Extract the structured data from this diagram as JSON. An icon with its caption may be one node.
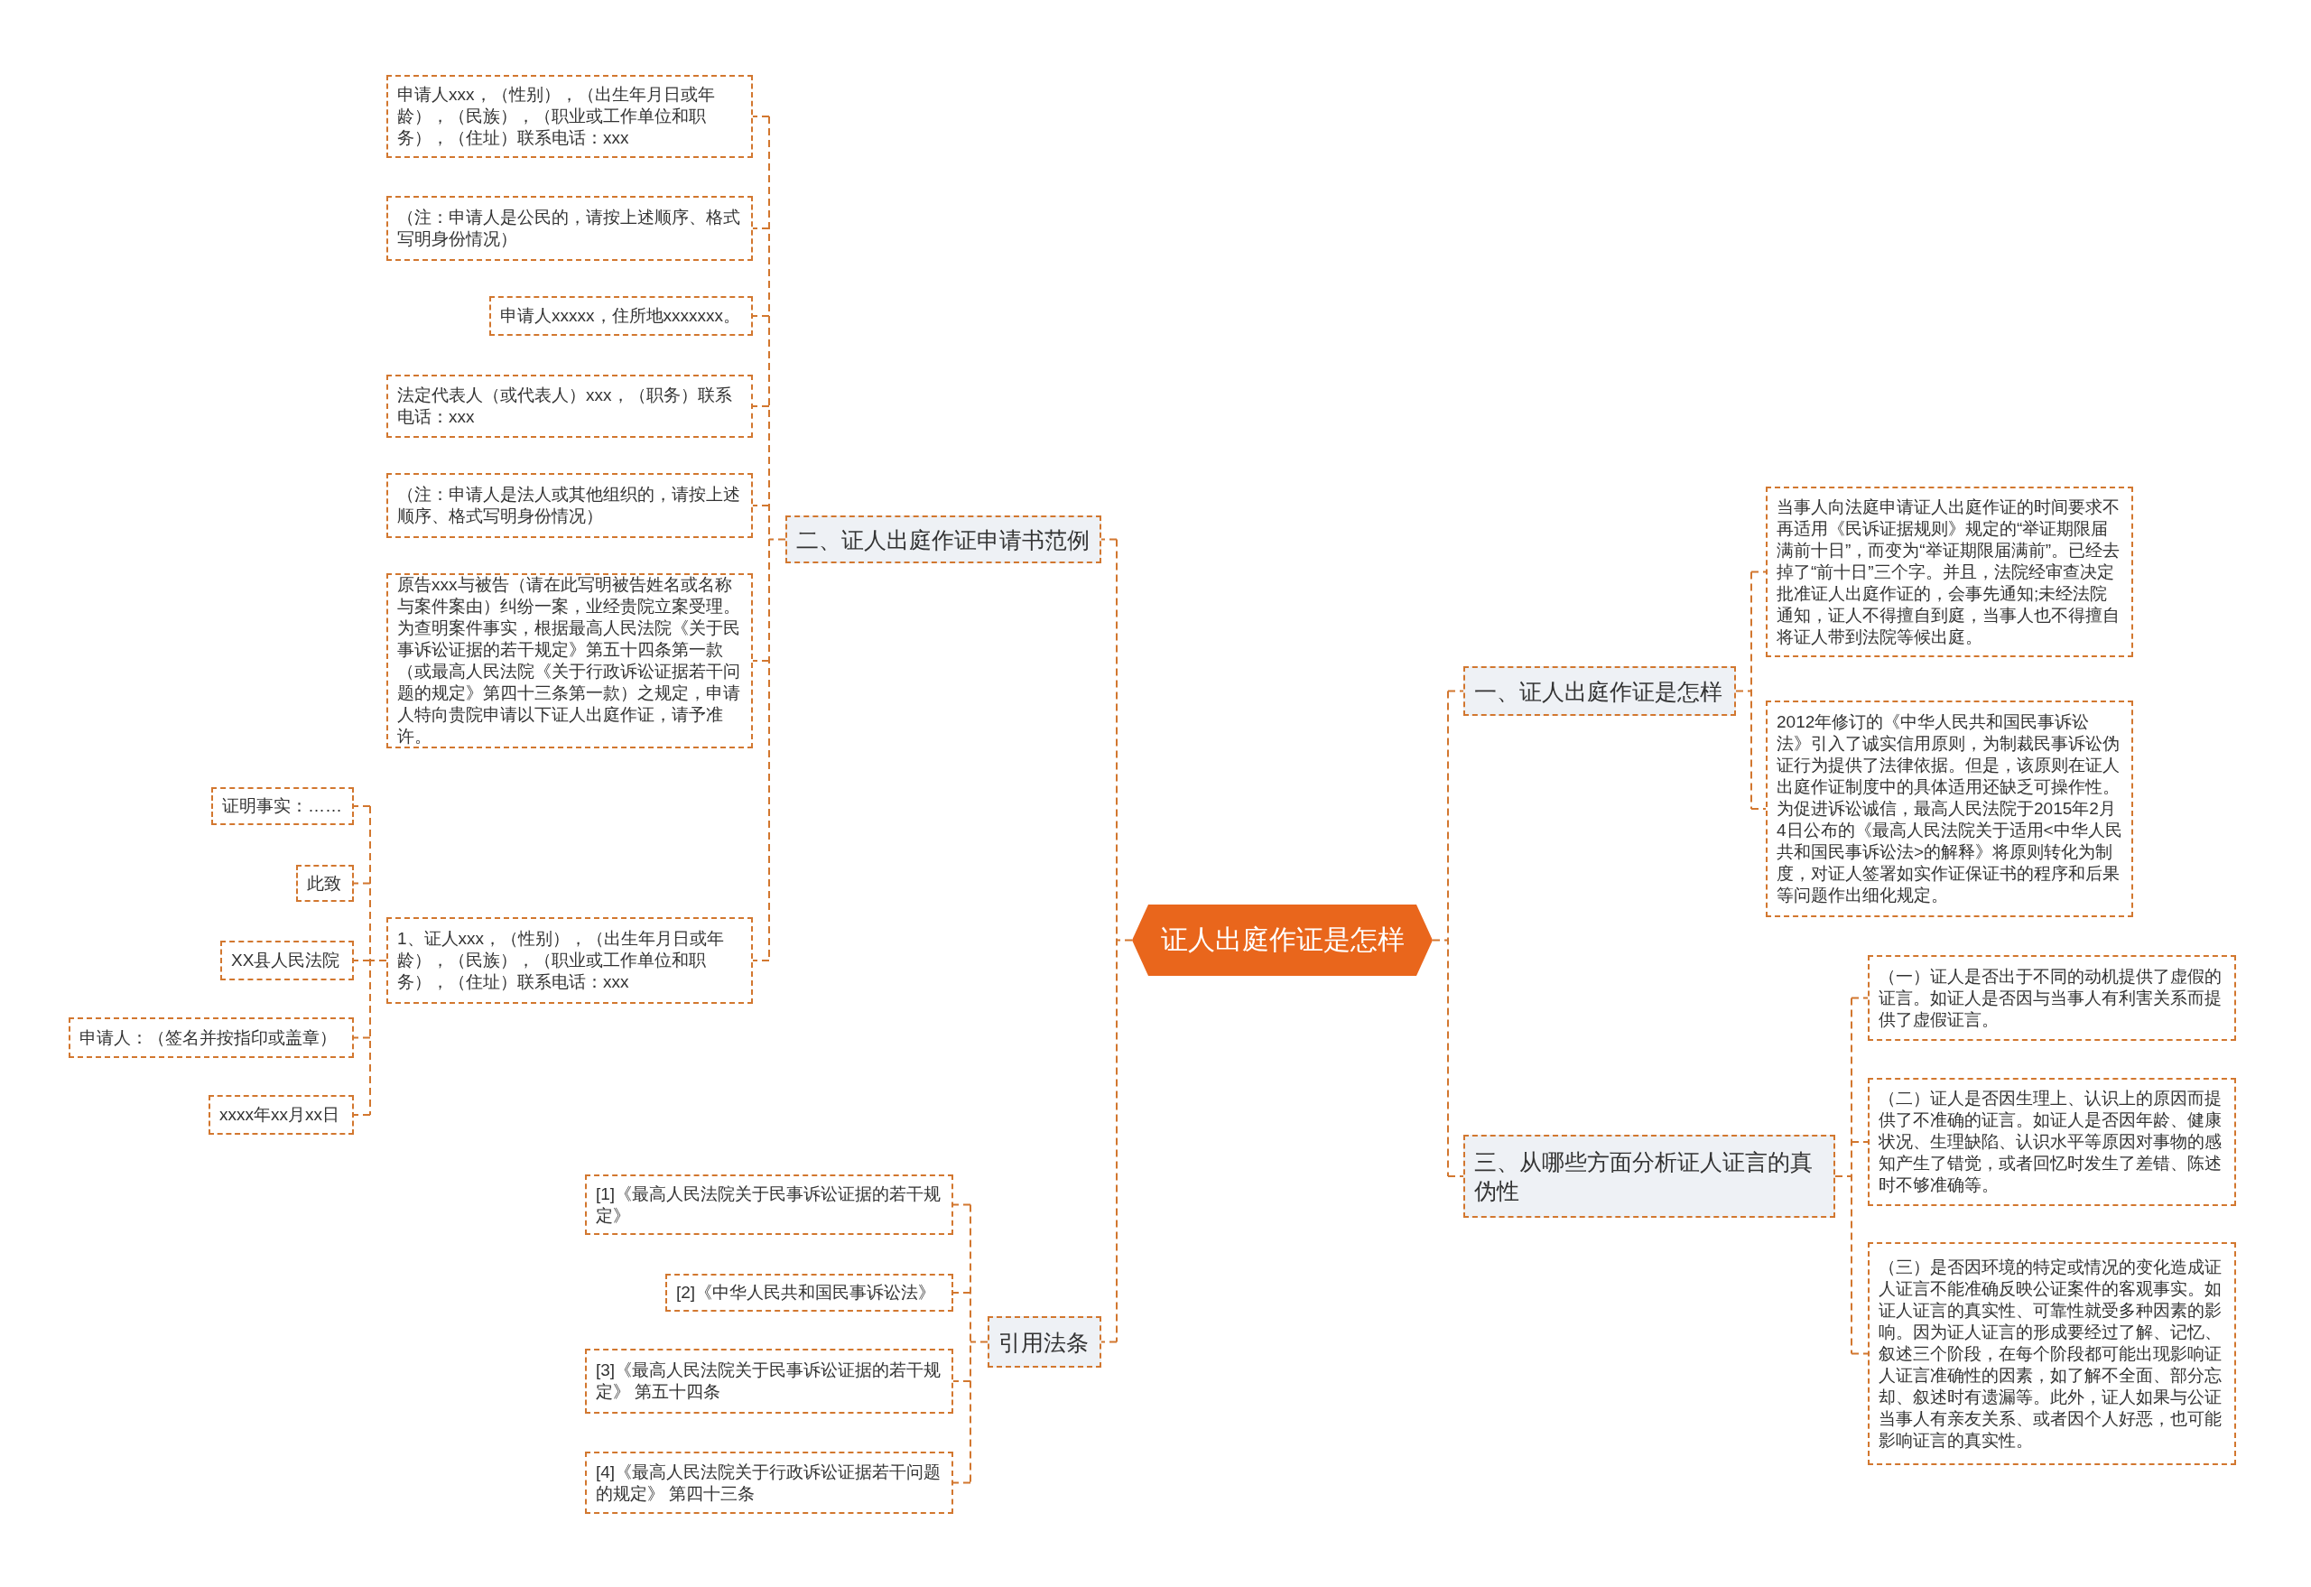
{
  "diagram": {
    "nodes": [
      {
        "text": [
          "证人出庭作证是怎样"
        ]
      },
      {
        "text": [
          "一、证人出庭作证是怎样"
        ]
      },
      {
        "text": [
          "当事人向法庭申请证人出庭作证的时间要求不再适用《民诉证据规则》规定的“举证期限届满前十日”，而变为“举证期限届满前”。已经去掉了“前十日”三个字。并且，法院经审查决定批准证人出庭作证的，会事先通知;未经法院通知，证人不得擅自到庭，当事人也不得擅自将证人带到法院等候出庭。"
        ]
      },
      {
        "text": [
          "2012年修订的《中华人民共和国民事诉讼法》引入了诚实信用原则，为制裁民事诉讼伪证行为提供了法律依据。但是，该原则在证人出庭作证制度中的具体适用还缺乏可操作性。为促进诉讼诚信，最高人民法院于2015年2月4日公布的《最高人民法院关于适用<中华人民共和国民事诉讼法>的解释》将原则转化为制度，对证人签署如实作证保证书的程序和后果等问题作出细化规定。"
        ]
      },
      {
        "text": [
          "二、证人出庭作证申请书范例"
        ]
      },
      {
        "text": [
          "申请人xxx，（性别），（出生年月日或年龄），（民族），（职业或工作单位和职务），（住址）联系电话：xxx"
        ]
      },
      {
        "text": [
          "（注：申请人是公民的，请按上述顺序、格式写明身份情况）"
        ]
      },
      {
        "text": [
          "申请人xxxxx，住所地xxxxxxx。"
        ]
      },
      {
        "text": [
          "法定代表人（或代表人）xxx，（职务）联系电话：xxx"
        ]
      },
      {
        "text": [
          "（注：申请人是法人或其他组织的，请按上述顺序、格式写明身份情况）"
        ]
      },
      {
        "text": [
          "原告xxx与被告（请在此写明被告姓名或名称与案件案由）纠纷一案，业经贵院立案受理。为查明案件事实，根据最高人民法院《关于民事诉讼证据的若干规定》第五十四条第一款（或最高人民法院《关于行政诉讼证据若干问题的规定》第四十三条第一款）之规定，申请人特向贵院申请以下证人出庭作证，请予准许。"
        ]
      },
      {
        "text": [
          "1、证人xxx，（性别），（出生年月日或年龄），（民族），（职业或工作单位和职务），（住址）联系电话：xxx"
        ]
      },
      {
        "text": [
          "证明事实：……"
        ]
      },
      {
        "text": [
          "此致"
        ]
      },
      {
        "text": [
          "XX县人民法院"
        ]
      },
      {
        "text": [
          "申请人：（签名并按指印或盖章）"
        ]
      },
      {
        "text": [
          "xxxx年xx月xx日"
        ]
      },
      {
        "text": [
          "三、从哪些方面分析证人证言的真伪性"
        ]
      },
      {
        "text": [
          "（一）证人是否出于不同的动机提供了虚假的证言。如证人是否因与当事人有利害关系而提供了虚假证言。"
        ]
      },
      {
        "text": [
          "（二）证人是否因生理上、认识上的原因而提供了不准确的证言。如证人是否因年龄、健康状况、生理缺陷、认识水平等原因对事物的感知产生了错觉，或者回忆时发生了差错、陈述时不够准确等。"
        ]
      },
      {
        "text": [
          "（三）是否因环境的特定或情况的变化造成证人证言不能准确反映公证案件的客观事实。如证人证言的真实性、可靠性就受多种因素的影响。因为证人证言的形成要经过了解、记忆、叙述三个阶段，在每个阶段都可能出现影响证人证言准确性的因素，如了解不全面、部分忘却、叙述时有遗漏等。此外，证人如果与公证当事人有亲友关系、或者因个人好恶，也可能影响证言的真实性。"
        ]
      },
      {
        "text": [
          "引用法条"
        ]
      },
      {
        "text": [
          "[1]《最高人民法院关于民事诉讼证据的若干规定》"
        ]
      },
      {
        "text": [
          "[2]《中华人民共和国民事诉讼法》"
        ]
      },
      {
        "text": [
          "[3]《最高人民法院关于民事诉讼证据的若干规定》 第五十四条"
        ]
      },
      {
        "text": [
          "[4]《最高人民法院关于行政诉讼证据若干问题的规定》 第四十三条"
        ]
      }
    ],
    "edges": [
      {
        "from": 0,
        "to": 1,
        "arrow": "none",
        "style": "dashed"
      },
      {
        "from": 1,
        "to": 2,
        "arrow": "none",
        "style": "dashed"
      },
      {
        "from": 1,
        "to": 3,
        "arrow": "none",
        "style": "dashed"
      },
      {
        "from": 0,
        "to": 4,
        "arrow": "none",
        "style": "dashed"
      },
      {
        "from": 4,
        "to": 5,
        "arrow": "none",
        "style": "dashed"
      },
      {
        "from": 4,
        "to": 6,
        "arrow": "none",
        "style": "dashed"
      },
      {
        "from": 4,
        "to": 7,
        "arrow": "none",
        "style": "dashed"
      },
      {
        "from": 4,
        "to": 8,
        "arrow": "none",
        "style": "dashed"
      },
      {
        "from": 4,
        "to": 9,
        "arrow": "none",
        "style": "dashed"
      },
      {
        "from": 4,
        "to": 10,
        "arrow": "none",
        "style": "dashed"
      },
      {
        "from": 4,
        "to": 11,
        "arrow": "none",
        "style": "dashed"
      },
      {
        "from": 11,
        "to": 12,
        "arrow": "none",
        "style": "dashed"
      },
      {
        "from": 11,
        "to": 13,
        "arrow": "none",
        "style": "dashed"
      },
      {
        "from": 11,
        "to": 14,
        "arrow": "none",
        "style": "dashed"
      },
      {
        "from": 11,
        "to": 15,
        "arrow": "none",
        "style": "dashed"
      },
      {
        "from": 11,
        "to": 16,
        "arrow": "none",
        "style": "dashed"
      },
      {
        "from": 0,
        "to": 17,
        "arrow": "none",
        "style": "dashed"
      },
      {
        "from": 17,
        "to": 18,
        "arrow": "none",
        "style": "dashed"
      },
      {
        "from": 17,
        "to": 19,
        "arrow": "none",
        "style": "dashed"
      },
      {
        "from": 17,
        "to": 20,
        "arrow": "none",
        "style": "dashed"
      },
      {
        "from": 0,
        "to": 21,
        "arrow": "none",
        "style": "dashed"
      },
      {
        "from": 21,
        "to": 22,
        "arrow": "none",
        "style": "dashed"
      },
      {
        "from": 21,
        "to": 23,
        "arrow": "none",
        "style": "dashed"
      },
      {
        "from": 21,
        "to": 24,
        "arrow": "none",
        "style": "dashed"
      },
      {
        "from": 21,
        "to": 25,
        "arrow": "none",
        "style": "dashed"
      }
    ]
  }
}
